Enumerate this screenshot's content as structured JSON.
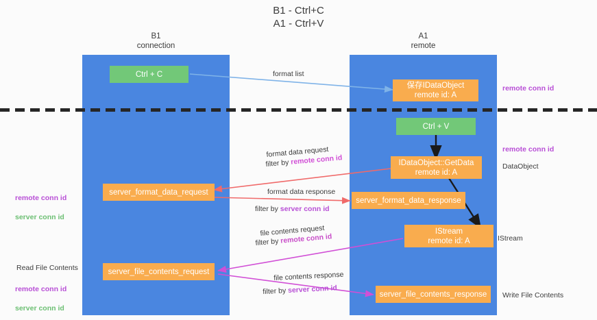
{
  "title": "B1 - Ctrl+C\nA1 - Ctrl+V",
  "lanes": [
    {
      "name": "b1",
      "header": "B1\nconnection"
    },
    {
      "name": "a1",
      "header": "A1\nremote"
    }
  ],
  "nodes": [
    {
      "id": "ctrl-c",
      "label": "Ctrl + C",
      "color": "green"
    },
    {
      "id": "idataobject",
      "label": "保存IDataObject\nremote id: A",
      "color": "orange"
    },
    {
      "id": "ctrl-v",
      "label": "Ctrl + V",
      "color": "green"
    },
    {
      "id": "idataobject-getdata",
      "label": "IDataObject::GetData\nremote id: A",
      "color": "orange"
    },
    {
      "id": "server-format-data-request",
      "label": "server_format_data_request",
      "color": "orange"
    },
    {
      "id": "server-format-data-response",
      "label": "server_format_data_response",
      "color": "orange"
    },
    {
      "id": "istream",
      "label": "IStream\nremote id: A",
      "color": "orange"
    },
    {
      "id": "server-file-contents-request",
      "label": "server_file_contents_request",
      "color": "orange"
    },
    {
      "id": "server-file-contents-response",
      "label": "server_file_contents_response",
      "color": "orange"
    }
  ],
  "edge_labels": {
    "format_list": "format list",
    "format_data_request": "format data request",
    "format_data_request_filter_prefix": "filter by ",
    "format_data_request_filter_key": "remote conn id",
    "format_data_response": "format data response",
    "format_data_response_filter_prefix": "filter by ",
    "format_data_response_filter_key": "server conn id",
    "file_contents_request": "file contents request",
    "file_contents_request_filter_prefix": "filter by ",
    "file_contents_request_filter_key": "remote conn id",
    "file_contents_response": "file contents response",
    "file_contents_response_filter_prefix": "filter by ",
    "file_contents_response_filter_key": "server conn id"
  },
  "annotations": {
    "right_remote_conn_id_top": "remote conn id",
    "right_remote_conn_id_mid": "remote conn id",
    "right_dataobject": "DataObject",
    "right_istream": "IStream",
    "right_write_file_contents": "Write File Contents",
    "left_remote_conn_id": "remote conn id",
    "left_server_conn_id": "server conn id",
    "left_read_file_contents": "Read File Contents",
    "left_remote_conn_id_2": "remote conn id",
    "left_server_conn_id_2": "server conn id"
  },
  "colors": {
    "lane": "#4a86e0",
    "green_node": "#72c878",
    "orange_node": "#f9ac4e",
    "remote_conn_id": "#b84fd6",
    "server_conn_id": "#6cbf73",
    "arrow_blue": "#7fb3e8",
    "arrow_red": "#f06a6a",
    "arrow_magenta": "#d14fd6",
    "arrow_black": "#1a1a1a",
    "divider": "#262626"
  }
}
